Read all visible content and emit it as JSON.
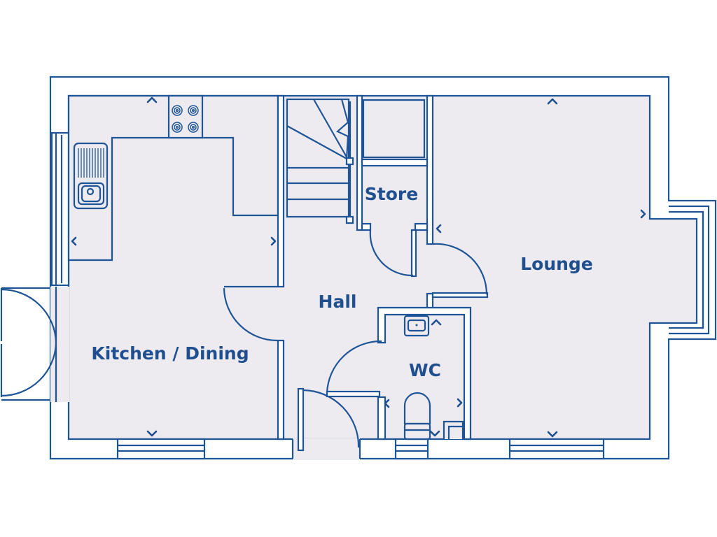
{
  "floorplan": {
    "rooms": [
      {
        "id": "kitchen",
        "label": "Kitchen / Dining"
      },
      {
        "id": "hall",
        "label": "Hall"
      },
      {
        "id": "store",
        "label": "Store"
      },
      {
        "id": "lounge",
        "label": "Lounge"
      },
      {
        "id": "wc",
        "label": "WC"
      }
    ]
  },
  "colors": {
    "line": "#1f5597",
    "floor": "#edebef",
    "wall": "#ffffff"
  },
  "icons": [
    "hob-icon",
    "sink-icon",
    "basin-icon",
    "toilet-icon",
    "stairs-icon",
    "chevron-icon"
  ]
}
